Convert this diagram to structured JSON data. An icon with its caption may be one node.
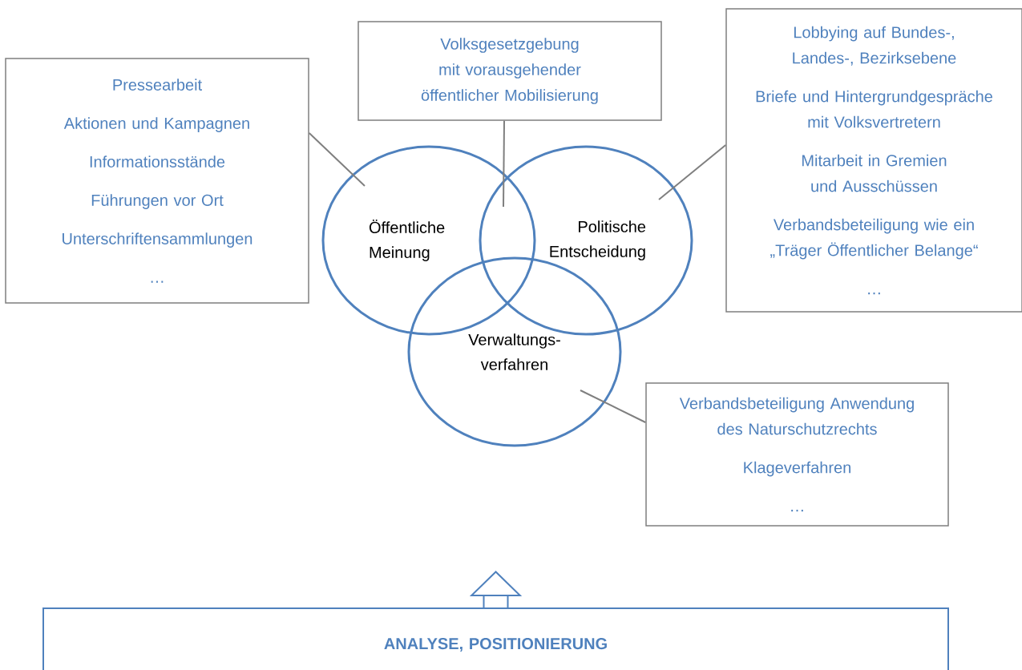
{
  "diagram": {
    "nodes": [
      {
        "text": [
          "Pressearbeit",
          "Aktionen und Kampagnen",
          "Informationsstände",
          "Führungen vor Ort",
          "Unterschriftensammlungen",
          "…"
        ]
      },
      {
        "text": [
          "Volksgesetzgebung mit vorausgehender öffentlicher Mobilisierung"
        ]
      },
      {
        "text": [
          "Lobbying auf Bundes-, Landes-, Bezirksebene",
          "Briefe und Hintergrundgespräche mit Volksvertretern",
          "Mitarbeit in Gremien und Ausschüssen",
          "Verbandsbeteiligung wie ein „Träger Öffentlicher Belange“",
          "…"
        ]
      },
      {
        "text": [
          "Öffentliche Meinung"
        ]
      },
      {
        "text": [
          "Politische Entscheidung"
        ]
      },
      {
        "text": [
          "Verwaltungs- verfahren"
        ]
      },
      {
        "text": [
          "Verbandsbeteiligung Anwendung des Naturschutzrechts",
          "Klageverfahren",
          "…"
        ]
      },
      {
        "text": [
          "ANALYSE, POSITIONIERUNG"
        ]
      }
    ],
    "edges": [
      {
        "from": 0,
        "to": 3,
        "arrow": "none"
      },
      {
        "from": 1,
        "to": 4,
        "arrow": "none"
      },
      {
        "from": 2,
        "to": 4,
        "arrow": "none"
      },
      {
        "from": 6,
        "to": 5,
        "arrow": "none"
      },
      {
        "from": 7,
        "to": null,
        "arrow": "to",
        "style": "thick"
      }
    ]
  }
}
